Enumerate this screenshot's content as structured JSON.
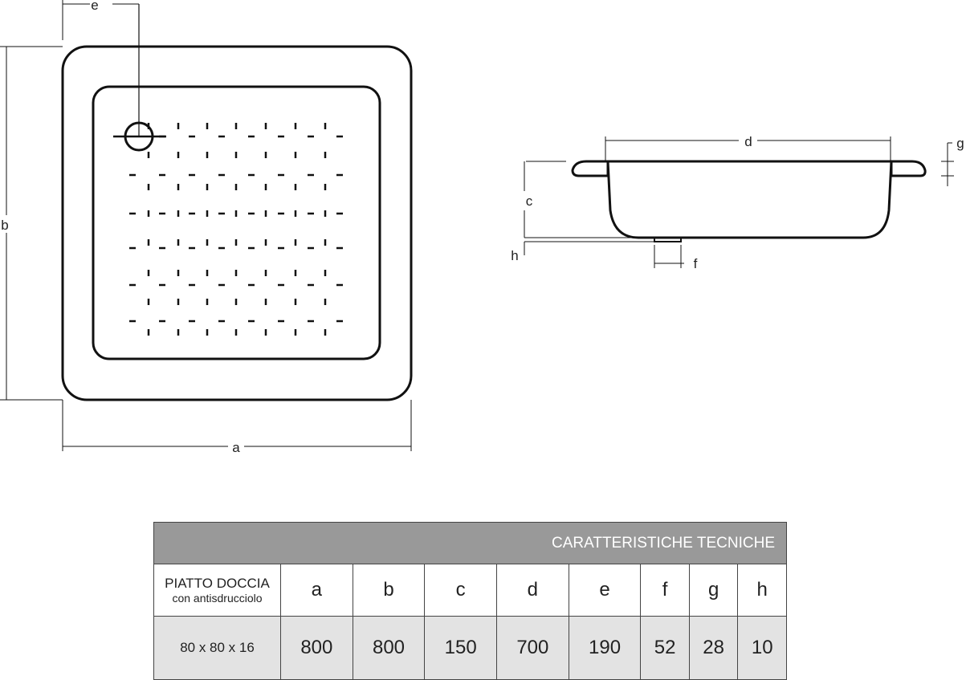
{
  "drawing": {
    "top_view_labels": {
      "a": "a",
      "b": "b",
      "e": "e"
    },
    "side_view_labels": {
      "c": "c",
      "d": "d",
      "f": "f",
      "g": "g",
      "h": "h"
    }
  },
  "table": {
    "title": "CARATTERISTICHE TECNICHE",
    "product_label": "PIATTO DOCCIA",
    "product_sublabel": "con antisdrucciolo",
    "columns": [
      "a",
      "b",
      "c",
      "d",
      "e",
      "f",
      "g",
      "h"
    ],
    "rows": [
      {
        "model": "80 x 80 x 16",
        "values": [
          "800",
          "800",
          "150",
          "700",
          "190",
          "52",
          "28",
          "10"
        ]
      }
    ]
  }
}
